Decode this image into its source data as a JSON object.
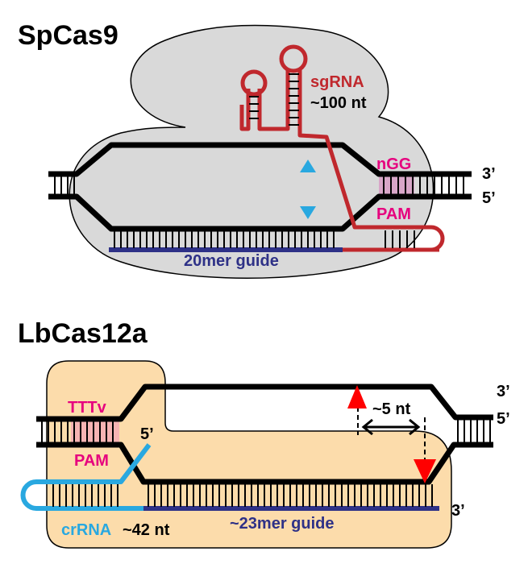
{
  "top": {
    "title": "SpCas9",
    "rna_name": "sgRNA",
    "rna_length": "~100 nt",
    "pam_seq": "nGG",
    "pam_label": "PAM",
    "guide_label": "20mer guide",
    "end_top": "3’",
    "end_bottom": "5’"
  },
  "bottom": {
    "title": "LbCas12a",
    "pam_seq": "TTTv",
    "pam_label": "PAM",
    "rna_name": "crRNA",
    "rna_length": "~42 nt",
    "guide_label": "~23mer guide",
    "cut_offset": "~5 nt",
    "end_top": "3’",
    "end_bottom": "5’",
    "rna_end_5": "5’",
    "guide_end_3": "3’"
  },
  "colors": {
    "protein_top": "#d9d9d9",
    "protein_bottom": "#fcdcab",
    "dna": "#000000",
    "sgrna": "#c0282d",
    "guide": "#2e3187",
    "crrna": "#29a8e0",
    "pam_text": "#e6007e",
    "pam_box_top": "#d8a6c8",
    "pam_box_bottom": "#f6b3b3",
    "cut_top": "#29a8e0",
    "cut_bottom": "#ff0000"
  }
}
